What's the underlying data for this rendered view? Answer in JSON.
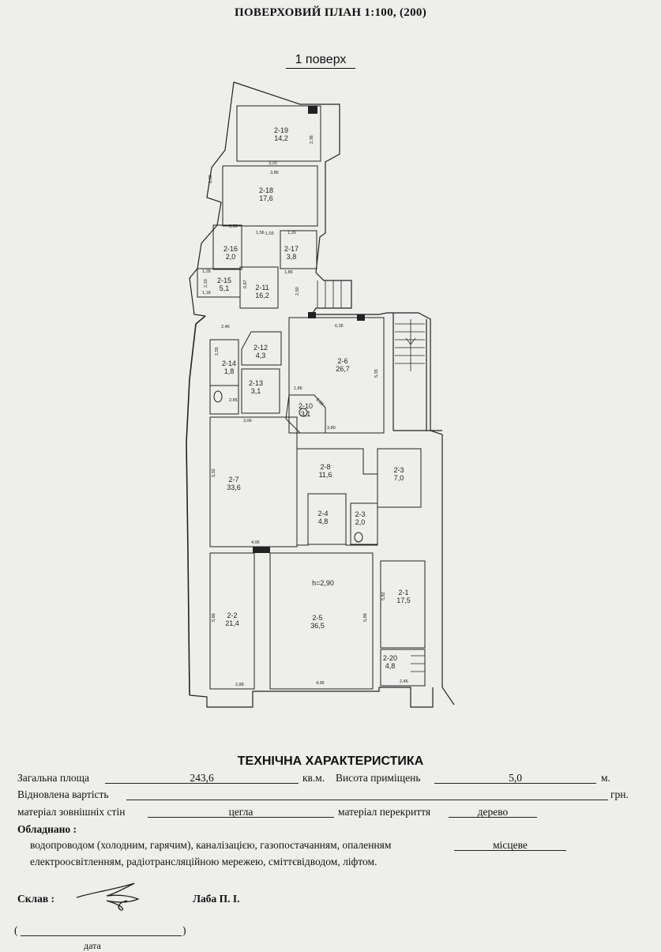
{
  "document": {
    "title": "ПОВЕРХОВИЙ ПЛАН 1:100, (200)",
    "floor_label": "1 поверх",
    "height_note": "h=2,90"
  },
  "rooms": [
    {
      "id": "2-19",
      "area": "14,2"
    },
    {
      "id": "2-18",
      "area": "17,6"
    },
    {
      "id": "2-16",
      "area": "2,0"
    },
    {
      "id": "2-17",
      "area": "3,8"
    },
    {
      "id": "2-15",
      "area": "5,1"
    },
    {
      "id": "2-11",
      "area": "16,2"
    },
    {
      "id": "2-12",
      "area": "4,3"
    },
    {
      "id": "2-14",
      "area": "1,8"
    },
    {
      "id": "2-13",
      "area": "3,1"
    },
    {
      "id": "2-6",
      "area": "26,7"
    },
    {
      "id": "2-10",
      "area": "3,1"
    },
    {
      "id": "2-7",
      "area": "33,6"
    },
    {
      "id": "2-8",
      "area": "11,6"
    },
    {
      "id": "2-3",
      "area": "7,0"
    },
    {
      "id": "2-4",
      "area": "4,8"
    },
    {
      "id": "2-3",
      "area": "2,0"
    },
    {
      "id": "2-2",
      "area": "21,4"
    },
    {
      "id": "2-5",
      "area": "36,5"
    },
    {
      "id": "2-1",
      "area": "17,5"
    },
    {
      "id": "2-20",
      "area": "4,8"
    }
  ],
  "dimensions": [
    "3,20",
    "3,86",
    "2,36",
    "1,56",
    "1,26",
    "2,56",
    "2,80",
    "1,03",
    "1,86",
    "2,50",
    "1,28",
    "2,10",
    "0,67",
    "1,18",
    "2,46",
    "2,55",
    "2,85",
    "6,35",
    "5,35",
    "1,86",
    "2,50",
    "3,80",
    "3,06",
    "5,32",
    "4,96",
    "5,86",
    "2,88",
    "4,96",
    "5,86",
    "5,82",
    "2,46"
  ],
  "tech": {
    "heading": "ТЕХНІЧНА ХАРАКТЕРИСТИКА",
    "total_area_label": "Загальна площа",
    "total_area_value": "243,6",
    "unit_sqm": "кв.м.",
    "height_label": "Висота приміщень",
    "height_value": "5,0",
    "unit_m": "м.",
    "restored_value_label": "Відновлена вартість",
    "currency": "грн.",
    "wall_material_label": "матеріал зовнішніх стін",
    "wall_material_value": "цегла",
    "ceiling_material_label": "матеріал перекриття",
    "ceiling_material_value": "дерево",
    "equipped_label": "Обладнано :",
    "equipped_line1": "водопроводом (холодним, гарячим), каналізацією, газопостачанням, опаленням",
    "equipped_line1_value": "місцеве",
    "equipped_line2": "електроосвітленням, радіотрансляційною мережею, сміттєвідводом, ліфтом.",
    "composed_label": "Склав :",
    "composer_name": "Лаба П. І.",
    "date_label": "дата"
  }
}
